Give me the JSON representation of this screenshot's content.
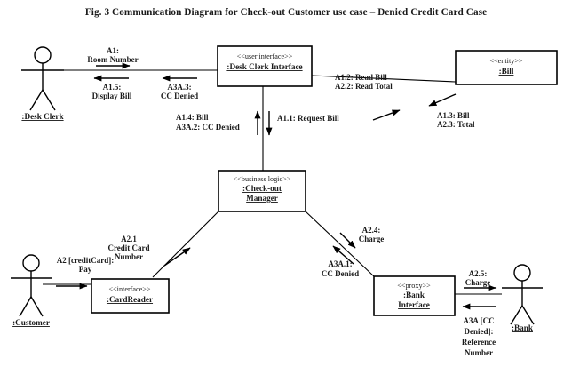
{
  "figure": {
    "title": "Fig. 3 Communication Diagram for Check-out Customer use case – Denied Credit Card Case",
    "type": "uml-communication-diagram"
  },
  "actors": [
    {
      "id": "desk-clerk",
      "label": ":Desk Clerk"
    },
    {
      "id": "customer",
      "label": ":Customer"
    },
    {
      "id": "bank",
      "label": ":Bank"
    }
  ],
  "objects": [
    {
      "id": "desk-clerk-interface",
      "stereotype": "<<user interface>>",
      "name_lines": ":Desk Clerk Interface"
    },
    {
      "id": "bill",
      "stereotype": "<<entity>>",
      "name_lines": ":Bill"
    },
    {
      "id": "checkout-manager",
      "stereotype": "<<business logic>>",
      "name_line1": ":Check-out",
      "name_line2": "Manager"
    },
    {
      "id": "card-reader",
      "stereotype": "<<interface>>",
      "name_lines": ":CardReader"
    },
    {
      "id": "bank-interface",
      "stereotype": "<<proxy>>",
      "name_line1": ":Bank",
      "name_line2": "Interface"
    }
  ],
  "messages": {
    "room_number": {
      "line1": "A1:",
      "line2": "Room Number"
    },
    "display_bill": {
      "line1": "A1.5:",
      "line2": "Display Bill"
    },
    "cc_denied_clerk": {
      "line1": "A3A.3:",
      "line2": "CC Denied"
    },
    "read_bill_total": {
      "line1": "A1.2: Read Bill",
      "line2": "A2.2: Read Total"
    },
    "bill_total": {
      "line1": "A1.3: Bill",
      "line2": "A2.3: Total"
    },
    "bill_cc_denied": {
      "line1": "A1.4: Bill",
      "line2": "A3A.2: CC Denied"
    },
    "request_bill": {
      "line1": "A1.1: Request Bill"
    },
    "credit_card_number": {
      "line1": "A2.1",
      "line2": "Credit Card",
      "line3": "Number"
    },
    "pay": {
      "line1": "A2 [creditCard]:",
      "line2": "Pay"
    },
    "charge_manager": {
      "line1": "A2.4:",
      "line2": "Charge"
    },
    "cc_denied_manager": {
      "line1": "A3A.1:",
      "line2": "CC Denied"
    },
    "charge_bank": {
      "line1": "A2.5:",
      "line2": "Charge"
    },
    "reference_number": {
      "line1": "A3A [CC",
      "line2": "Denied]:",
      "line3": "Reference",
      "line4": "Number"
    }
  },
  "colors": {
    "stroke": "#000000",
    "text": "#1a1a1a",
    "background": "#ffffff"
  }
}
